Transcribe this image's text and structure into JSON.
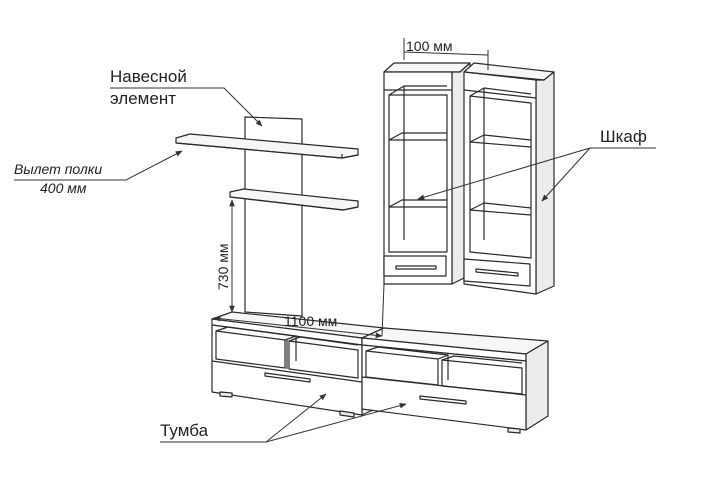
{
  "labels": {
    "hanging_element_line1": "Навесной",
    "hanging_element_line2": "элемент",
    "shelf_overhang_line1": "Вылет полки",
    "shelf_overhang_line2": "400 мм",
    "cabinet": "Шкаф",
    "tv_stand": "Тумба"
  },
  "dimensions": {
    "cabinet_depth": "100 мм",
    "height": "730 мм",
    "width": "1100 мм"
  },
  "colors": {
    "line": "#2a2a2a",
    "text": "#222222",
    "background": "#ffffff"
  }
}
